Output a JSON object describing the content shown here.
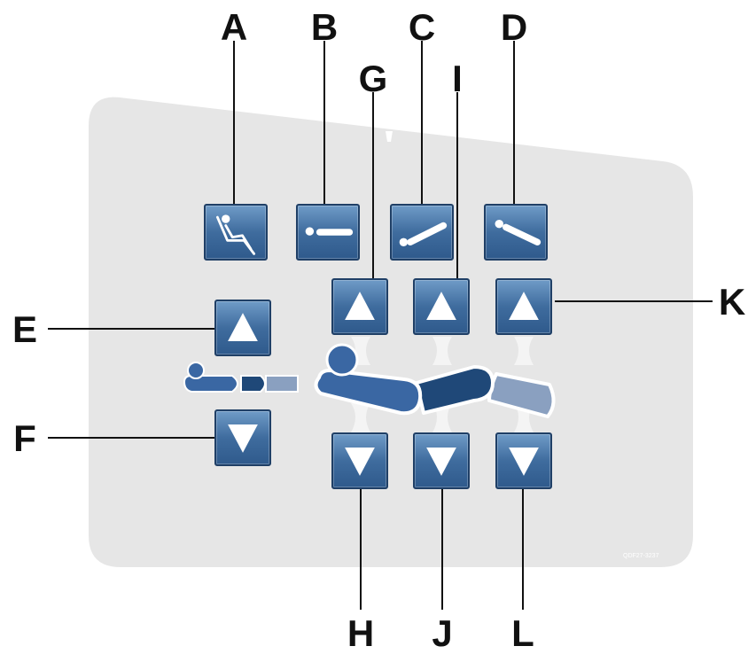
{
  "callouts": {
    "A": "A",
    "B": "B",
    "C": "C",
    "D": "D",
    "E": "E",
    "F": "F",
    "G": "G",
    "H": "H",
    "I": "I",
    "J": "J",
    "K": "K",
    "L": "L"
  },
  "panel_code": "QDF27-3237",
  "colors": {
    "panel": "#e6e6e6",
    "button_top": "#6f9bc7",
    "button_bottom": "#2f5a8c",
    "button_border": "#1f3f66",
    "figure_dark": "#1f4878",
    "figure_mid": "#3a67a3",
    "figure_light": "#8aa0c0",
    "leader": "#111111"
  },
  "buttons": [
    {
      "id": "A",
      "icon": "chair-position-icon"
    },
    {
      "id": "B",
      "icon": "flat-position-icon"
    },
    {
      "id": "C",
      "icon": "incline-position-icon"
    },
    {
      "id": "D",
      "icon": "trendelenburg-position-icon"
    },
    {
      "id": "E",
      "icon": "arrow-up-icon"
    },
    {
      "id": "F",
      "icon": "arrow-down-icon"
    },
    {
      "id": "G",
      "icon": "arrow-up-icon"
    },
    {
      "id": "H",
      "icon": "arrow-down-icon"
    },
    {
      "id": "I",
      "icon": "arrow-up-icon"
    },
    {
      "id": "J",
      "icon": "arrow-down-icon"
    },
    {
      "id": "K",
      "icon": "arrow-up-icon"
    },
    {
      "id": "L",
      "icon": "arrow-down-icon"
    }
  ]
}
